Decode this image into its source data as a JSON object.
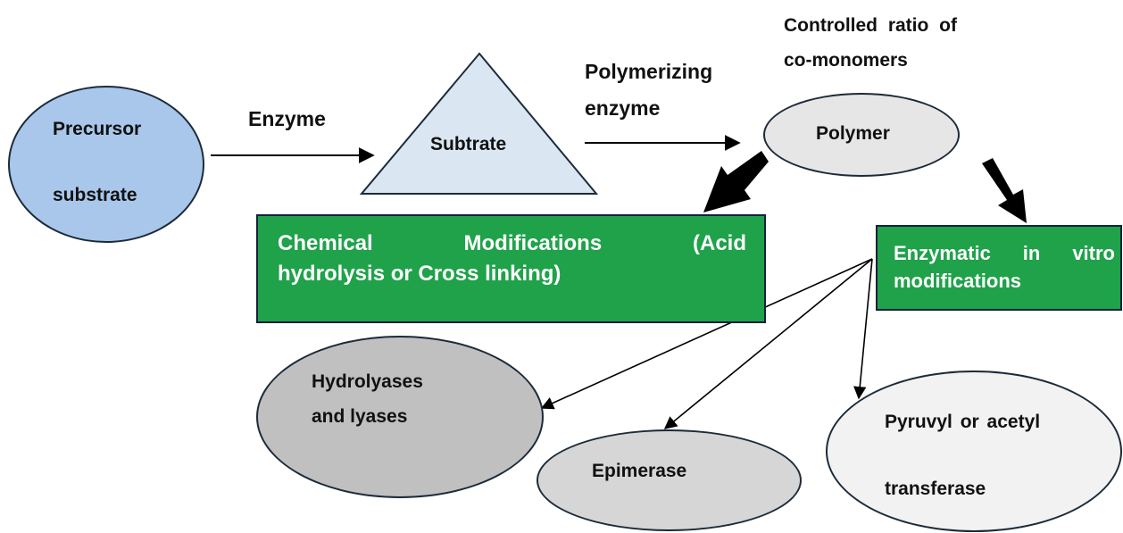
{
  "nodes": {
    "precursor": {
      "line1": "Precursor",
      "line2": "substrate",
      "fill": "#a9c7ea"
    },
    "substrate": {
      "label": "Subtrate",
      "fill": "#dbe6f3"
    },
    "polymer": {
      "label": "Polymer",
      "fill": "#e6e6e6"
    },
    "chemical": {
      "text": "Chemical Modifications (Acid hydrolysis or Cross linking)",
      "line1": "Chemical Modifications (Acid",
      "line2": "hydrolysis or Cross linking)",
      "fill": "#1fa24a"
    },
    "enzymatic": {
      "line1": "Enzymatic in vitro",
      "line2": "modifications",
      "fill": "#1fa24a"
    },
    "hydrolyases": {
      "line1": "Hydrolyases",
      "line2": "and lyases",
      "fill": "#c0c0c0"
    },
    "epimerase": {
      "label": "Epimerase",
      "fill": "#d6d6d6"
    },
    "transferase": {
      "line1": "Pyruvyl or acetyl",
      "line2": "transferase",
      "fill": "#f2f2f2"
    }
  },
  "labels": {
    "enzyme": "Enzyme",
    "polymerizing_line1": "Polymerizing",
    "polymerizing_line2": "enzyme",
    "controlled_line1": "Controlled ratio of",
    "controlled_line2": "co-monomers"
  }
}
